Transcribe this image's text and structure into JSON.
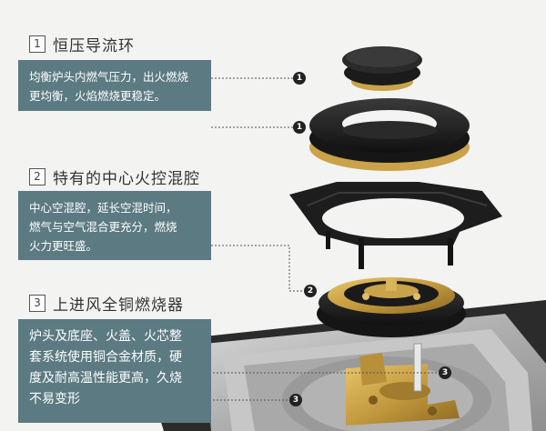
{
  "sections": [
    {
      "number": "1",
      "title": "恒压导流环",
      "description": [
        "均衡炉头内燃气压力，出火燃烧",
        "更均衡，火焰燃烧更稳定。"
      ]
    },
    {
      "number": "2",
      "title": "特有的中心火控混腔",
      "description": [
        "中心空混腔，延长空混时间，",
        "燃气与空气混合更充分，燃烧",
        "火力更旺盛。"
      ]
    },
    {
      "number": "3",
      "title": "上进风全铜燃烧器",
      "description": [
        "炉头及底座、火盖、火芯整",
        "套系统使用铜合金材质，硬",
        "度及耐高温性能更高，久烧",
        "不易变形"
      ]
    }
  ],
  "callouts": [
    "1",
    "1",
    "2",
    "3",
    "3"
  ],
  "colors": {
    "background": "#f3f3f2",
    "panel": "#5b7a81",
    "brass": "#c9a24a",
    "burner_black": "#1c1c1c",
    "steel": "#b9b9b9"
  }
}
